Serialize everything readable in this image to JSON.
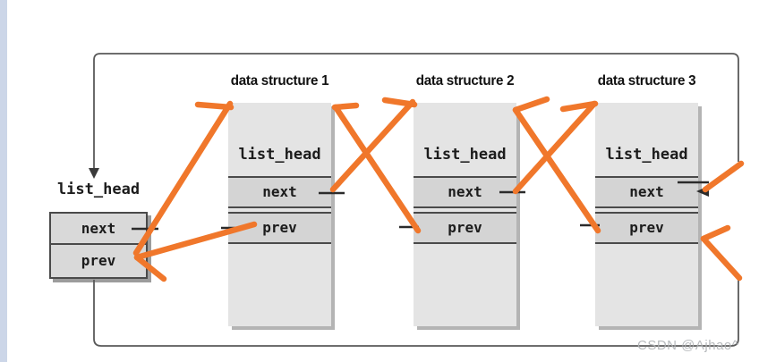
{
  "page": {
    "background_color": "#ffffff",
    "left_strip_color": "#ccd6e8"
  },
  "colors": {
    "annotation_orange": "#f0772b",
    "loop_line_gray": "#5a5a5a",
    "structure_fill": "#e4e4e4",
    "cell_fill": "#d4d4d4",
    "head_fill": "#d9d9d9",
    "shadow_gray": "#b4b4b4"
  },
  "head_node": {
    "label": "list_head",
    "next_label": "next",
    "prev_label": "prev"
  },
  "structures": [
    {
      "title": "data structure 1",
      "embedded_label": "list_head",
      "next_label": "next",
      "prev_label": "prev"
    },
    {
      "title": "data structure 2",
      "embedded_label": "list_head",
      "next_label": "next",
      "prev_label": "prev"
    },
    {
      "title": "data structure 3",
      "embedded_label": "list_head",
      "next_label": "next",
      "prev_label": "prev"
    }
  ],
  "watermark": {
    "text": "CSDN @Ajhao^"
  }
}
